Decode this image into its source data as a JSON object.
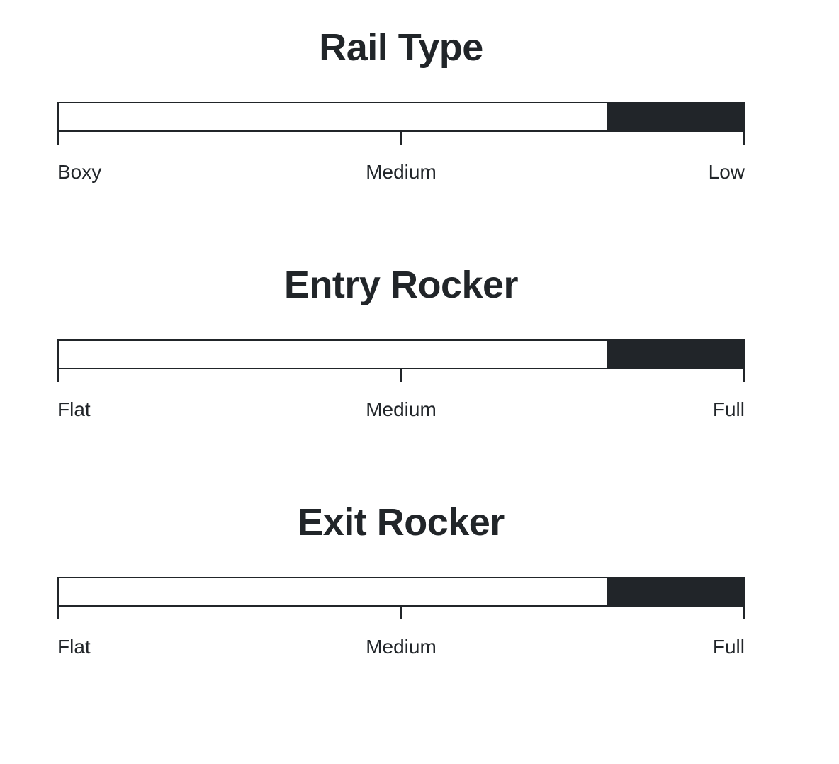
{
  "page": {
    "background_color": "#ffffff",
    "ink_color": "#212529"
  },
  "chart_data": {
    "type": "bar",
    "title": "",
    "orientation": "horizontal",
    "description": "Three horizontal scale meters showing snowboard shape specifications. Each meter is an outlined track with a dark fill anchored to the right end, plus three tick marks and three endpoint/mid labels.",
    "scale_min": 0,
    "scale_max": 100,
    "fill_anchor": "right",
    "grid": false,
    "legend": false,
    "categories": [
      "Rail Type",
      "Entry Rocker",
      "Exit Rocker"
    ],
    "values": [
      80,
      80,
      80
    ],
    "series": [
      {
        "name": "fill_start_percent",
        "values": [
          80,
          80,
          80
        ]
      },
      {
        "name": "fill_width_percent",
        "values": [
          20,
          20,
          20
        ]
      }
    ],
    "tick_positions": [
      0,
      50,
      100
    ],
    "tick_labels": [
      [
        "Boxy",
        "Medium",
        "Low"
      ],
      [
        "Flat",
        "Medium",
        "Full"
      ],
      [
        "Flat",
        "Medium",
        "Full"
      ]
    ],
    "xlabel": "",
    "ylabel": "",
    "xlim": [
      0,
      100
    ]
  },
  "specs": [
    {
      "title": "Rail Type",
      "fill_start_percent": 80,
      "fill_width_percent": 20,
      "labels": {
        "left": "Boxy",
        "center": "Medium",
        "right": "Low"
      }
    },
    {
      "title": "Entry Rocker",
      "fill_start_percent": 80,
      "fill_width_percent": 20,
      "labels": {
        "left": "Flat",
        "center": "Medium",
        "right": "Full"
      }
    },
    {
      "title": "Exit Rocker",
      "fill_start_percent": 80,
      "fill_width_percent": 20,
      "labels": {
        "left": "Flat",
        "center": "Medium",
        "right": "Full"
      }
    }
  ]
}
